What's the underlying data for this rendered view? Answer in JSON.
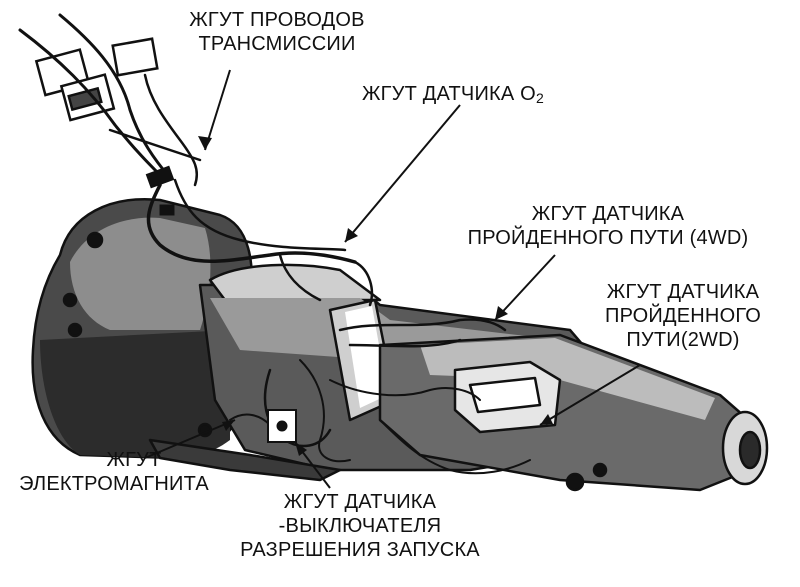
{
  "labels": {
    "transmission_harness": {
      "line1": "ЖГУТ ПРОВОДОВ",
      "line2": "ТРАНСМИССИИ"
    },
    "o2_harness": {
      "text": "ЖГУТ ДАТЧИКА О",
      "sub": "2"
    },
    "speed_4wd_harness": {
      "line1": "ЖГУТ ДАТЧИКА",
      "line2": "ПРОЙДЕННОГО ПУТИ (4WD)"
    },
    "speed_2wd_harness": {
      "line1": "ЖГУТ ДАТЧИКА",
      "line2": "ПРОЙДЕННОГО",
      "line3": "ПУТИ(2WD)"
    },
    "solenoid_harness": {
      "line1": "ЖГУТ",
      "line2": "ЭЛЕКТРОМАГНИТА"
    },
    "neutral_switch_harness": {
      "line1": "ЖГУТ ДАТЧИКА",
      "line2": "-ВЫКЛЮЧАТЕЛЯ",
      "line3": "РАЗРЕШЕНИЯ ЗАПУСКА"
    }
  },
  "colors": {
    "ink": "#111111",
    "shade": "#3a3a3a",
    "mid": "#6e6e6e",
    "light": "#bdbdbd",
    "paper": "#ffffff"
  }
}
